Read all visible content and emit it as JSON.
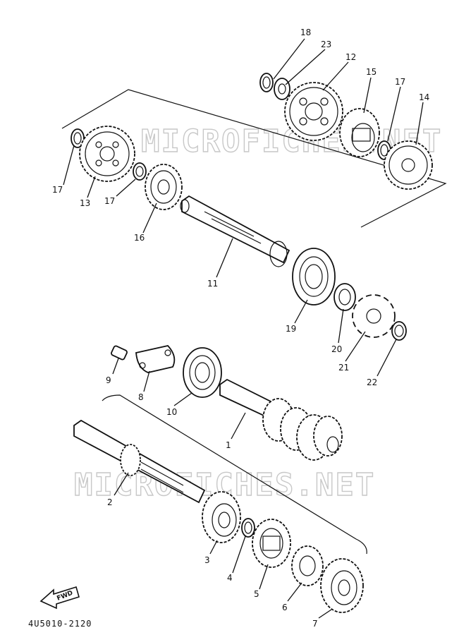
{
  "diagram": {
    "code": "4U5010-2120",
    "watermark": "MICROFICHES.NET",
    "fwd_label": "FWD",
    "labels": {
      "p1": "1",
      "p2": "2",
      "p3": "3",
      "p4": "4",
      "p5": "5",
      "p6": "6",
      "p7": "7",
      "p8": "8",
      "p9": "9",
      "p10": "10",
      "p11": "11",
      "p12": "12",
      "p13": "13",
      "p14": "14",
      "p15": "15",
      "p16": "16",
      "p17a": "17",
      "p17b": "17",
      "p17c": "17",
      "p18": "18",
      "p19": "19",
      "p20": "20",
      "p21": "21",
      "p22": "22",
      "p23": "23"
    }
  }
}
